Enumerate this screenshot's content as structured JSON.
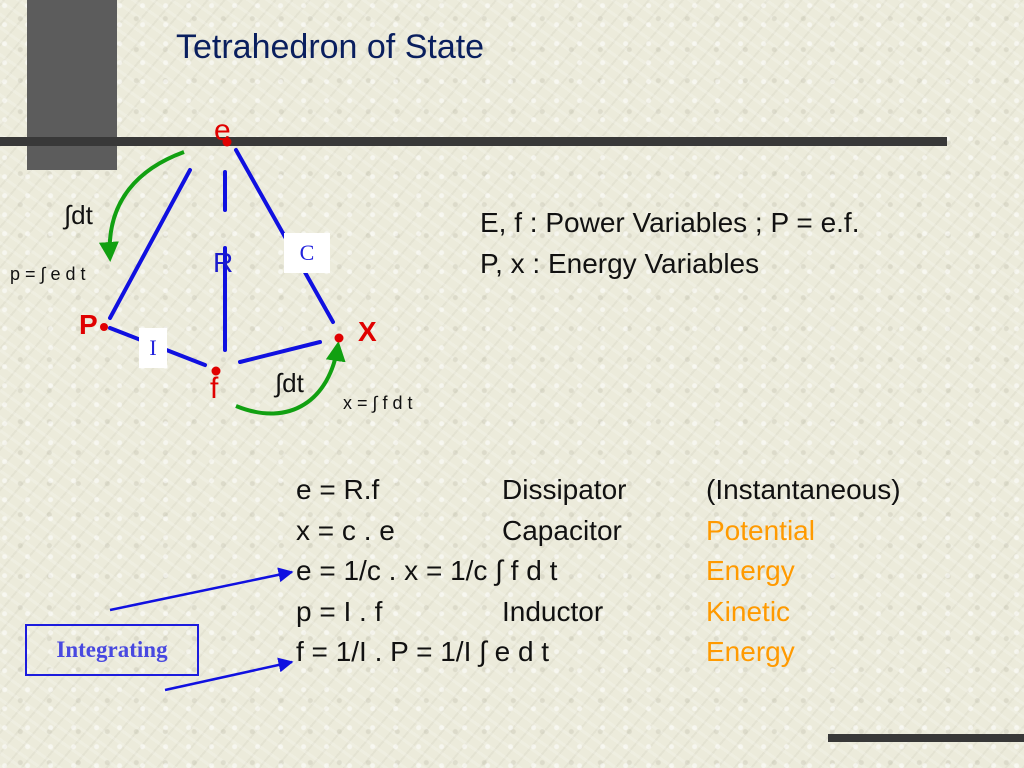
{
  "title": "Tetrahedron of State",
  "nodes": {
    "e": "e",
    "f": "f",
    "p": "P",
    "x": "X"
  },
  "edge_labels": {
    "r": "R",
    "c": "C",
    "i": "I"
  },
  "integrals": {
    "left_dt": "∫dt",
    "bottom_dt": "∫dt",
    "p_eq": "p = ∫ e d t",
    "x_eq": "x = ∫ f d t"
  },
  "info": {
    "line1": "E, f : Power Variables ; P = e.f.",
    "line2": "P, x : Energy Variables"
  },
  "table": [
    {
      "eq": "e = R.f",
      "element": "Dissipator",
      "energy": "(Instantaneous)",
      "highlight": false
    },
    {
      "eq": "x = c . e",
      "element": "Capacitor",
      "energy": "Potential",
      "highlight": true
    },
    {
      "eq": "e = 1/c . x = 1/c ∫ f d t",
      "element": "",
      "energy": "Energy",
      "highlight": true
    },
    {
      "eq": "p = I . f",
      "element": "Inductor",
      "energy": "Kinetic",
      "highlight": true
    },
    {
      "eq": "f = 1/I . P = 1/I ∫ e d t",
      "element": "",
      "energy": "Energy",
      "highlight": true
    }
  ],
  "integrating_label": "Integrating",
  "colors": {
    "title": "#0a1f5e",
    "edges": "#1010e0",
    "arcs": "#11a011",
    "nodes": "#e00000",
    "highlight": "#ff9a00"
  }
}
